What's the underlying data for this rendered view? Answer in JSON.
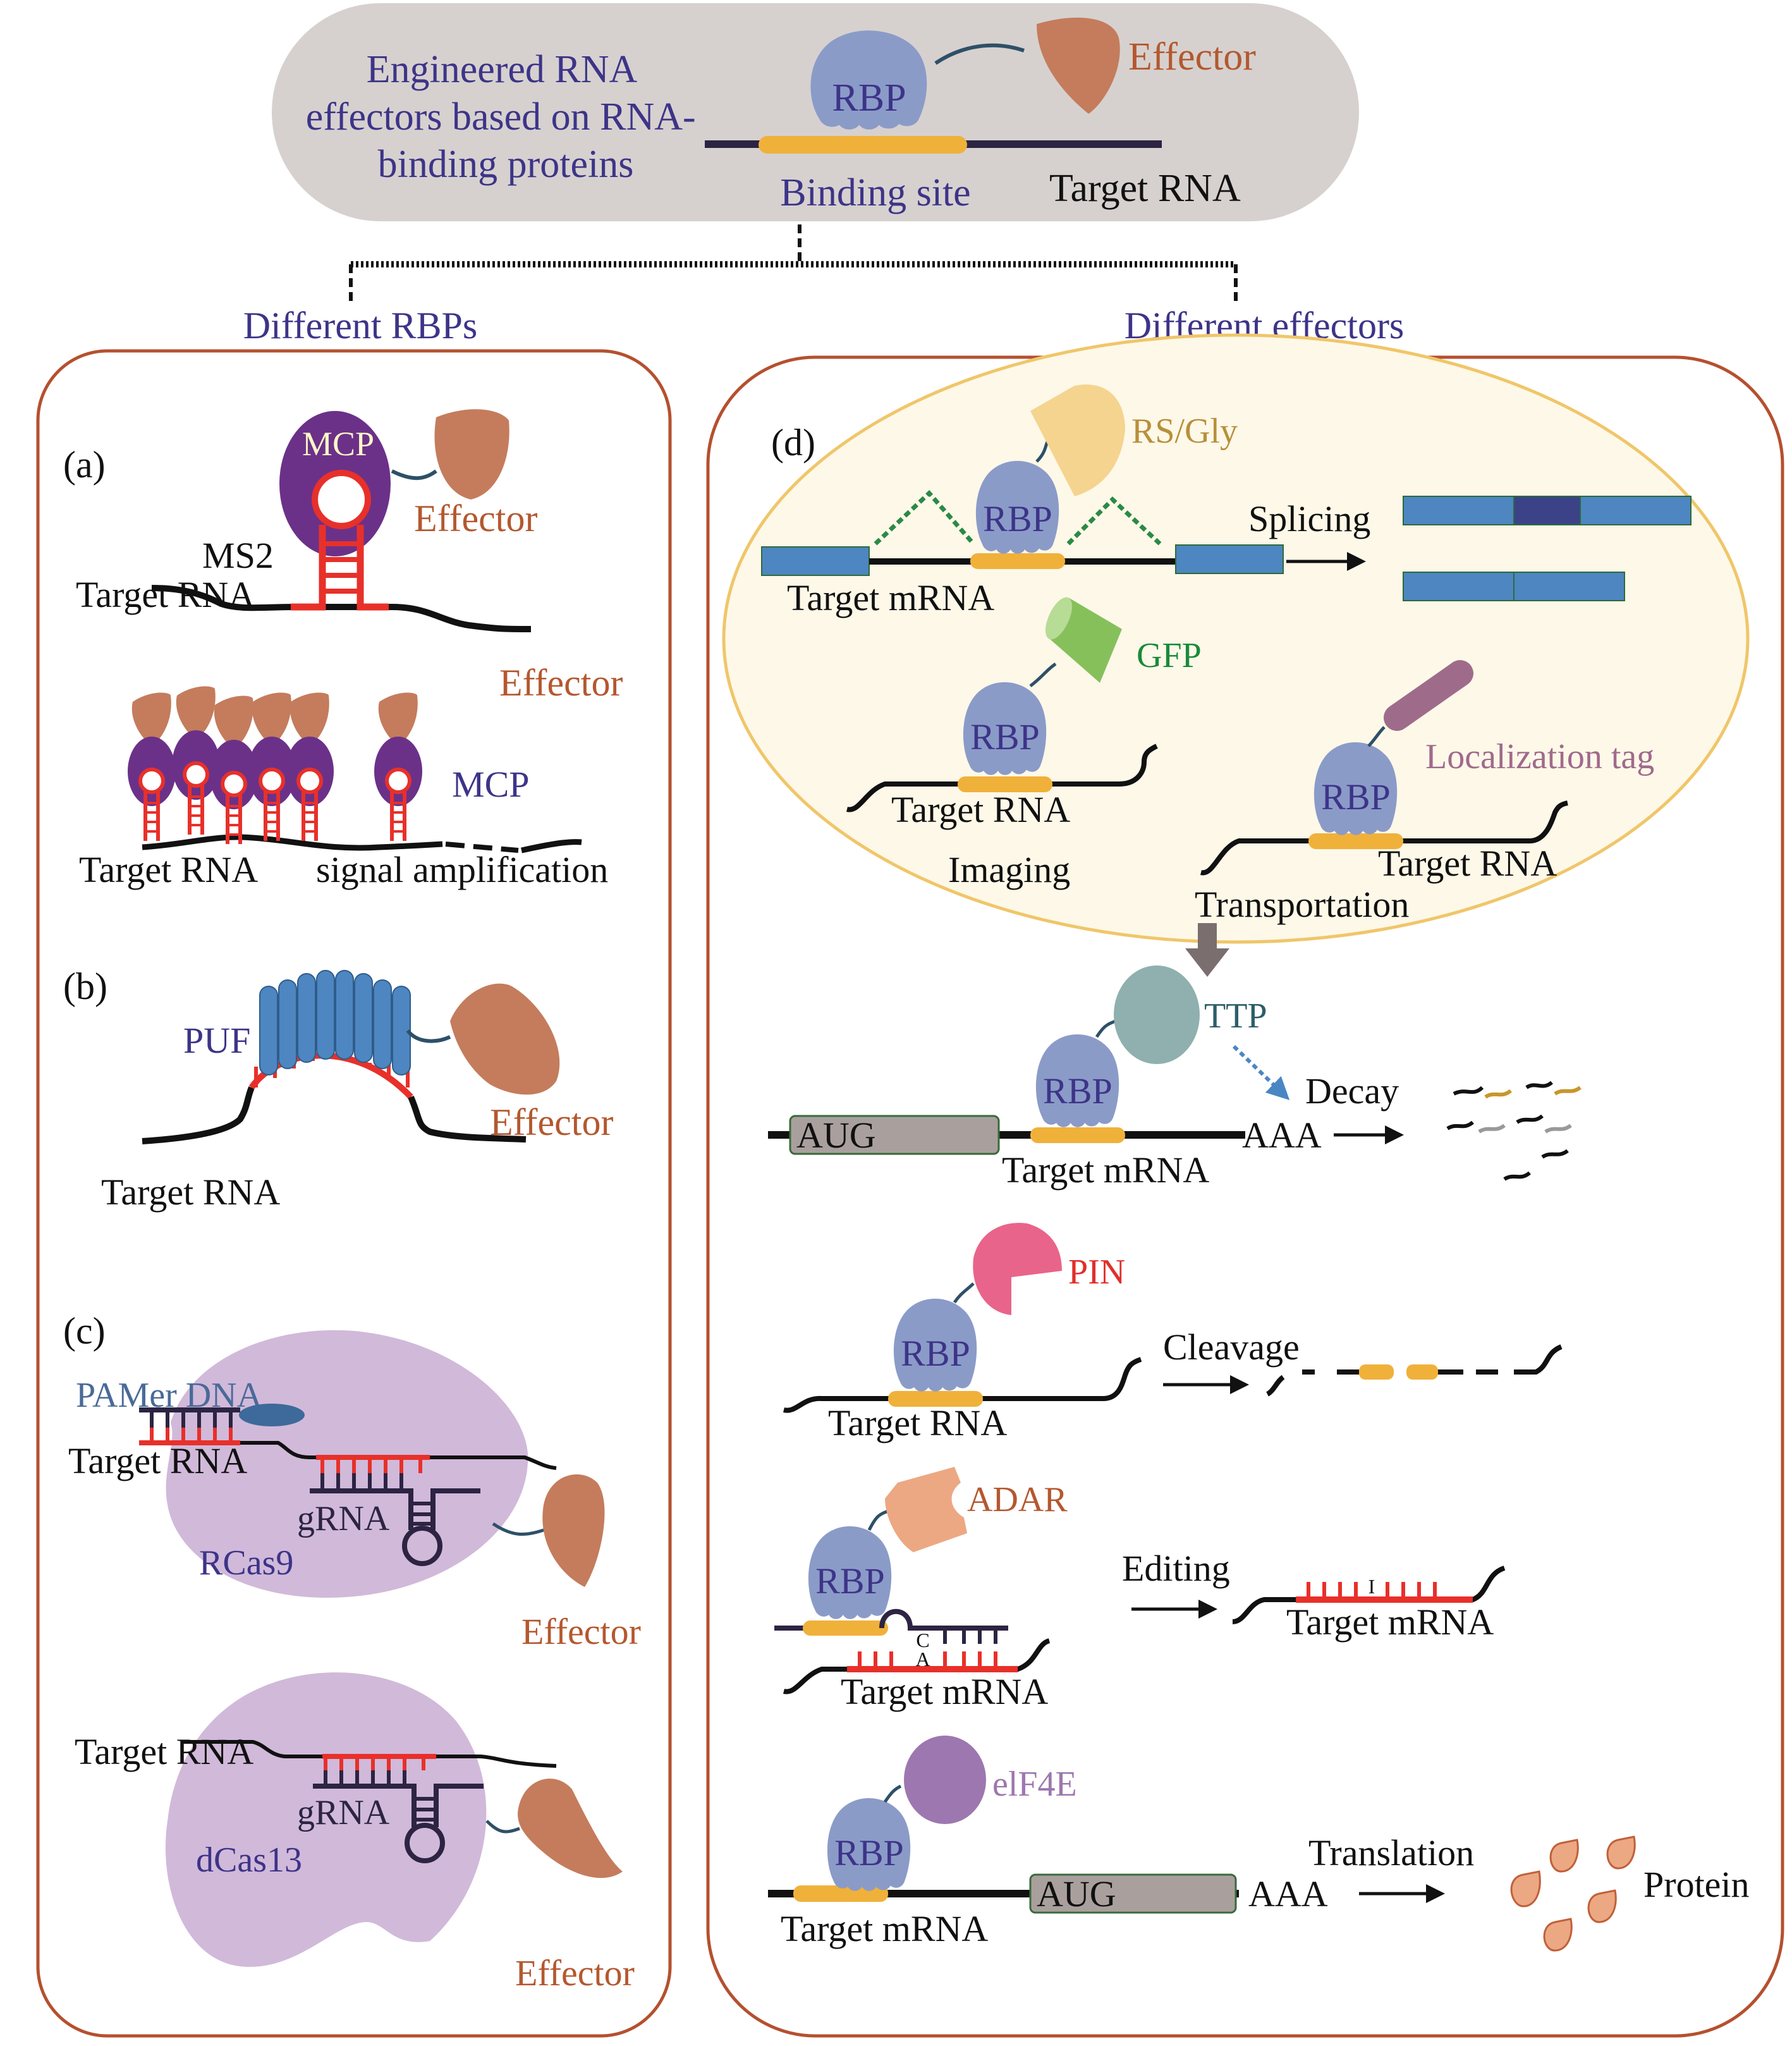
{
  "header": {
    "title_lines": [
      "Engineered RNA",
      "effectors based on RNA-",
      "binding proteins"
    ],
    "rbp": "RBP",
    "effector": "Effector",
    "binding_site": "Binding site",
    "target_rna": "Target RNA"
  },
  "branches": {
    "left": "Different RBPs",
    "right": "Different effectors"
  },
  "panel_a": {
    "tag": "(a)",
    "mcp": "MCP",
    "ms2": "MS2",
    "effector": "Effector",
    "target_rna": "Target RNA",
    "amp_effector": "Effector",
    "amp_mcp": "MCP",
    "amp_target_rna": "Target RNA",
    "amp_label": "signal amplification"
  },
  "panel_b": {
    "tag": "(b)",
    "puf": "PUF",
    "effector": "Effector",
    "target_rna": "Target RNA"
  },
  "panel_c": {
    "tag": "(c)",
    "pamer": "PAMer DNA",
    "target_rna_1": "Target RNA",
    "grna_1": "gRNA",
    "rcas9": "RCas9",
    "effector_1": "Effector",
    "target_rna_2": "Target RNA",
    "grna_2": "gRNA",
    "dcas13": "dCas13",
    "effector_2": "Effector"
  },
  "panel_d": {
    "tag": "(d)",
    "splicing": {
      "effector": "RS/Gly",
      "rbp": "RBP",
      "process": "Splicing",
      "target": "Target mRNA"
    },
    "imaging": {
      "effector": "GFP",
      "rbp": "RBP",
      "target": "Target RNA",
      "process": "Imaging"
    },
    "transport": {
      "effector": "Localization tag",
      "rbp": "RBP",
      "target": "Target RNA",
      "process": "Transportation"
    },
    "decay": {
      "effector": "TTP",
      "rbp": "RBP",
      "aug": "AUG",
      "polya": "AAA",
      "process": "Decay",
      "target": "Target mRNA"
    },
    "cleavage": {
      "effector": "PIN",
      "rbp": "RBP",
      "process": "Cleavage",
      "target": "Target RNA"
    },
    "editing": {
      "effector": "ADAR",
      "rbp": "RBP",
      "base_c": "C",
      "base_a": "A",
      "base_i": "I",
      "process": "Editing",
      "target": "Target mRNA",
      "target_out": "Target mRNA"
    },
    "translation": {
      "effector": "elF4E",
      "rbp": "RBP",
      "aug": "AUG",
      "polya": "AAA",
      "process": "Translation",
      "product": "Protein",
      "target": "Target mRNA"
    }
  },
  "colors": {
    "label_dark": "#3d3488",
    "effector": "#c47c5c",
    "rbp": "#8b9bc8",
    "binding_site": "#f0b13a",
    "panel_border": "#b5502f",
    "mcp": "#6b3188",
    "stemloop": "#e8302a",
    "cas_body": "#d1b9da",
    "exon": "#4d86c0",
    "yellow_cell": "#fdf8e8"
  }
}
